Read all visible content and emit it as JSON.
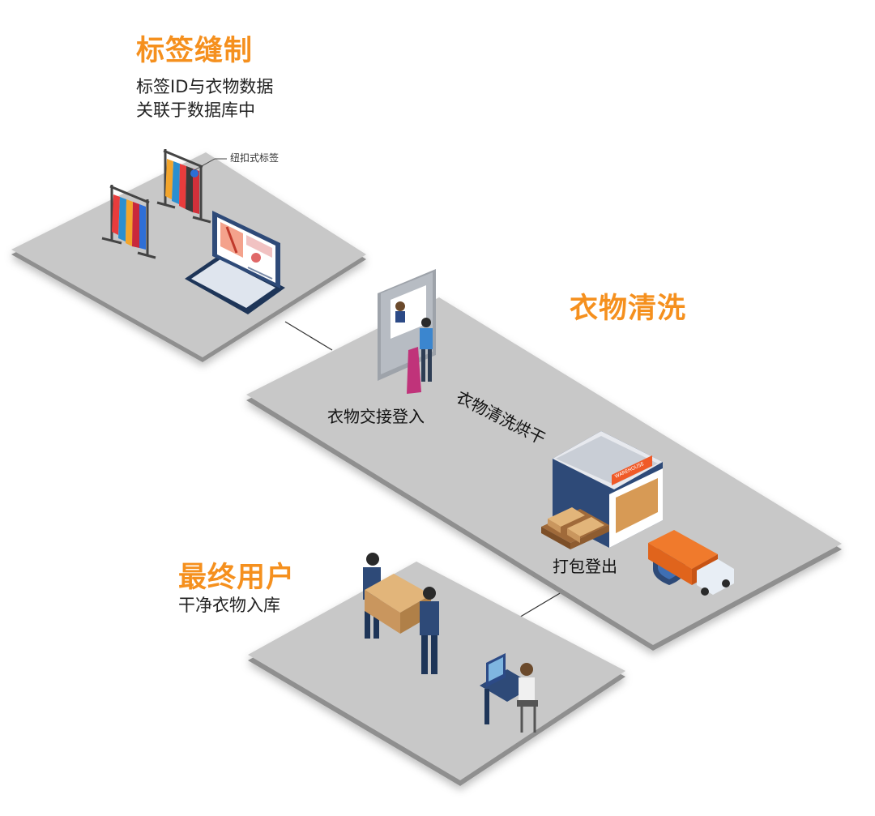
{
  "sections": {
    "tag_sewing": {
      "title": "标签缝制",
      "description_line1": "标签ID与衣物数据",
      "description_line2": "关联于数据库中",
      "callout": "纽扣式标签"
    },
    "laundry": {
      "title": "衣物清洗",
      "step_handover": "衣物交接登入",
      "step_wash": "衣物清洗烘干",
      "step_pack": "打包登出",
      "warehouse_sign": "WAREHOUSE"
    },
    "end_user": {
      "title": "最终用户",
      "description": "干净衣物入库"
    }
  },
  "colors": {
    "accent": "#f5901e",
    "platform": "#c8c8c8",
    "platform_edge": "#8f8f8f",
    "navy": "#2e4a78",
    "cardboard": "#c9965e"
  }
}
